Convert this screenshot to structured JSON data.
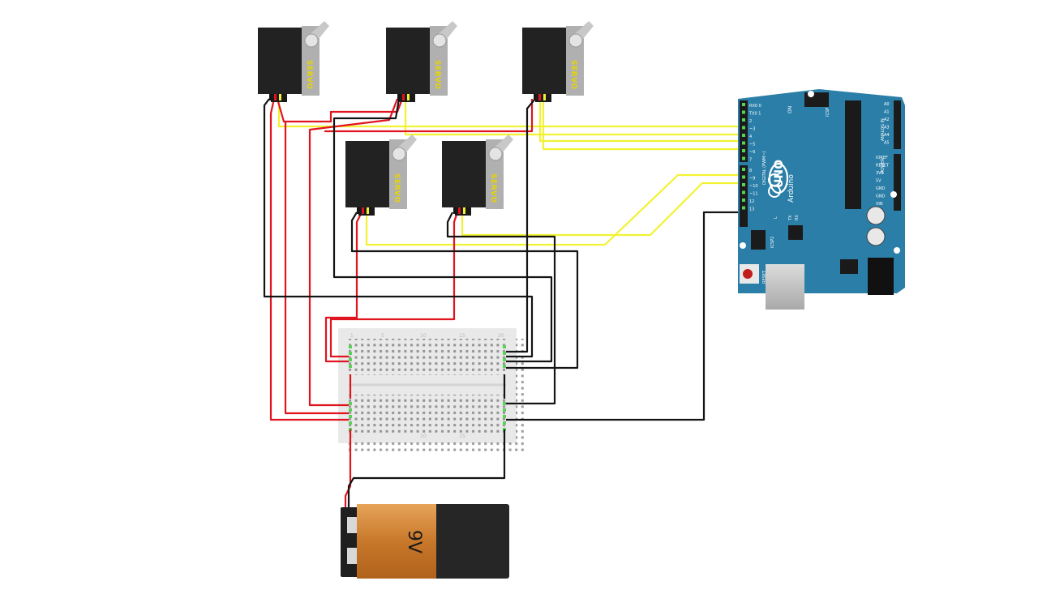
{
  "components": {
    "servos": [
      {
        "label": "SERVO"
      },
      {
        "label": "SERVO"
      },
      {
        "label": "SERVO"
      },
      {
        "label": "SERVO"
      },
      {
        "label": "SERVO"
      }
    ],
    "arduino": {
      "logo": "UNO",
      "brand": "Arduino",
      "on_label": "ON",
      "icsp_label": "ICSP",
      "icsp2_label": "ICSP2",
      "reset_label": "RESET",
      "digital_label": "DIGITAL (PWM~)",
      "analog_label": "ANALOG IN",
      "power_label": "POWER",
      "aref_label": "AREF",
      "gnd_label": "GND",
      "digital_pins": [
        "RX0 0",
        "TX0 1",
        "2",
        "~3",
        "4",
        "~5",
        "~6",
        "7",
        "8",
        "~9",
        "~10",
        "~11",
        "12",
        "13"
      ],
      "power_pins": [
        "IOREF",
        "RESET",
        "3V3",
        "5V",
        "GND",
        "GND",
        "VIN"
      ],
      "analog_pins": [
        "A0",
        "A1",
        "A2",
        "A3",
        "A4",
        "A5"
      ],
      "tx_label": "TX",
      "rx_label": "RX",
      "l_label": "L"
    },
    "breadboard": {
      "column_numbers": [
        "1",
        "5",
        "10",
        "15",
        "20"
      ]
    },
    "battery": {
      "label": "9V"
    }
  },
  "wire_colors": {
    "power": "#e0141e",
    "ground": "#141414",
    "signal": "#f2f232"
  },
  "colors": {
    "arduino_board": "#2a7ea8",
    "servo_body": "#222222",
    "servo_horn": "#c8c8c8",
    "breadboard": "#e9e9e9",
    "battery_orange": "#c8782a",
    "battery_black": "#262626"
  }
}
